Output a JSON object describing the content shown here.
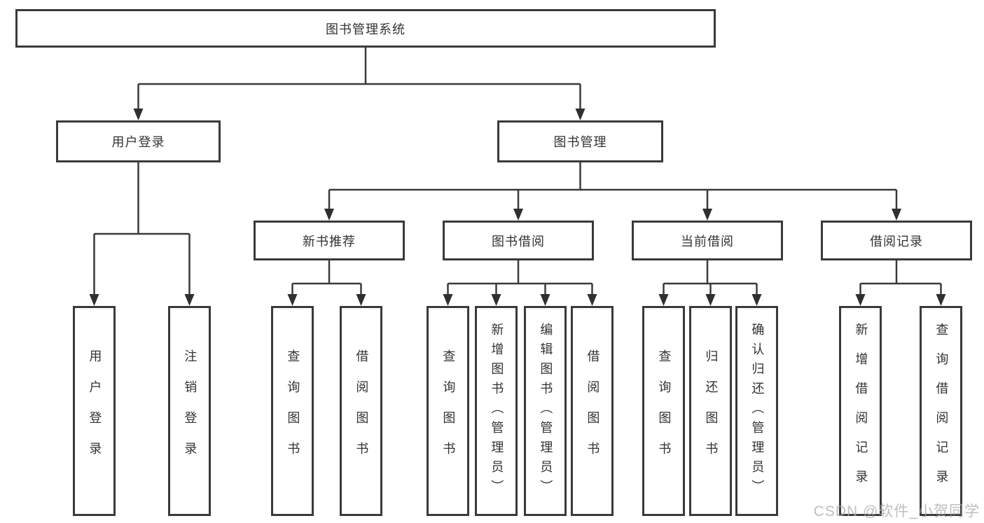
{
  "diagram": {
    "type": "hierarchy-tree",
    "title": "图书管理系统"
  },
  "tree": {
    "root": {
      "label": "图书管理系统"
    },
    "level2": [
      {
        "label": "用户登录"
      },
      {
        "label": "图书管理"
      }
    ],
    "level3": [
      {
        "label": "新书推荐",
        "parent": "图书管理"
      },
      {
        "label": "图书借阅",
        "parent": "图书管理"
      },
      {
        "label": "当前借阅",
        "parent": "图书管理"
      },
      {
        "label": "借阅记录",
        "parent": "图书管理"
      }
    ],
    "leaves": [
      {
        "label": "用户登录",
        "parent": "用户登录"
      },
      {
        "label": "注销登录",
        "parent": "用户登录"
      },
      {
        "label": "查询图书",
        "parent": "新书推荐"
      },
      {
        "label": "借阅图书",
        "parent": "新书推荐"
      },
      {
        "label": "查询图书",
        "parent": "图书借阅"
      },
      {
        "label": "新增图书（管理员）",
        "parent": "图书借阅"
      },
      {
        "label": "编辑图书（管理员）",
        "parent": "图书借阅"
      },
      {
        "label": "借阅图书",
        "parent": "图书借阅"
      },
      {
        "label": "查询图书",
        "parent": "当前借阅"
      },
      {
        "label": "归还图书",
        "parent": "当前借阅"
      },
      {
        "label": "确认归还（管理员）",
        "parent": "当前借阅"
      },
      {
        "label": "新增借阅记录",
        "parent": "借阅记录"
      },
      {
        "label": "查询借阅记录",
        "parent": "借阅记录"
      }
    ]
  },
  "watermark": {
    "text": "CSDN @软件_小贺同学"
  },
  "colors": {
    "line": "#3a3a3a",
    "border": "#3a3a3a",
    "text": "#333333",
    "background": "#ffffff",
    "watermark": "#a8a8a8"
  }
}
